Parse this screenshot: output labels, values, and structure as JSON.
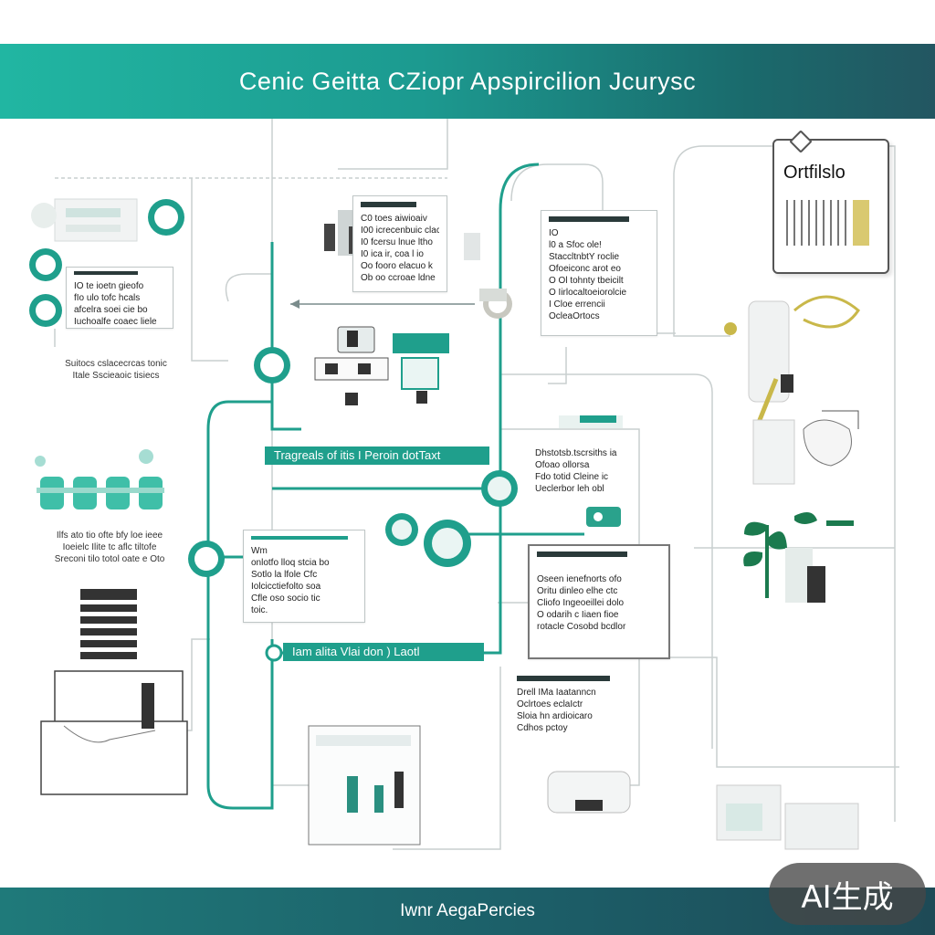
{
  "header": {
    "title": "Cenic Geitta CZiopr Apspircilion Jcurysc"
  },
  "footer": {
    "text": "Iwnr AegaPercies"
  },
  "badge": {
    "text": "AI生成"
  },
  "portfolio": {
    "title": "Ortfilslo"
  },
  "cards": {
    "left_card": {
      "lines": [
        "IO te ioetn gieofo",
        "fIo ulo tofc hcals",
        "afcelra soei cie bo",
        "Iuchoalfe coaec liele"
      ]
    },
    "upper_mid": {
      "lines": [
        "C0 toes aiwioaiv",
        "I00 icrecenbuic clac",
        "I0 fcersu lnue ltho",
        "I0 ica ir, coa l io",
        "Oo fooro elacuo k",
        "Ob oo ccroae ldne"
      ]
    },
    "upper_right": {
      "lines": [
        "IO",
        "l0 a Sfoc ole!",
        "StaccltnbtY roclie",
        "Ofoeiconc arot eo",
        "O Ol tohnty tbeicilt",
        "O Iirlocaltoeiorolcie",
        "I Cloe errencii",
        "OcleaOrtocs"
      ]
    },
    "mid_right": {
      "lines": [
        "Dhstotsb.tscrsiths ia",
        "Ofoao ollorsa",
        "Fdo totid Cleine ic",
        "Ueclerbor leh obl"
      ]
    },
    "mid_center": {
      "lines": [
        "Wm",
        "onlotfo lloq stcia bo",
        "Sotlo la lfole Cfc",
        "Iolcicctiefolto soa",
        "Cfle oso socio tic",
        "toic."
      ]
    },
    "lower_right": {
      "lines": [
        "Oseen ienefnorts ofo",
        "Oritu dinleo elhe ctc",
        "Cliofo Ingeoeillei dolo",
        "O odarih c Iiaen fioe",
        "rotacle Cosobd bcdlor"
      ]
    },
    "bottom_center": {
      "lines": [
        "Drell IMa Iaatanncn",
        "Oclrtoes eclaIctr",
        "Sloia hn ardioicaro",
        "Cdhos pctoy"
      ]
    }
  },
  "labels": {
    "mid_bar": "Tragreals of itis I Peroin dotTaxt",
    "lower_bar": "Iam alita Vlai don ) Laotl"
  },
  "notes": {
    "left_note": [
      "Suitocs cslacecrcas tonic",
      "Itale Sscieaoic tisiecs"
    ],
    "left_mid_note": [
      "Ilfs ato tio ofte bfy loe ieee",
      "Ioeielc Ilite tc aflc tiltofe",
      "Sreconi tilo totol oate e Oto"
    ]
  },
  "colors": {
    "accent": "#1f9f8c",
    "dark": "#235661",
    "olive": "#b8ac55"
  }
}
